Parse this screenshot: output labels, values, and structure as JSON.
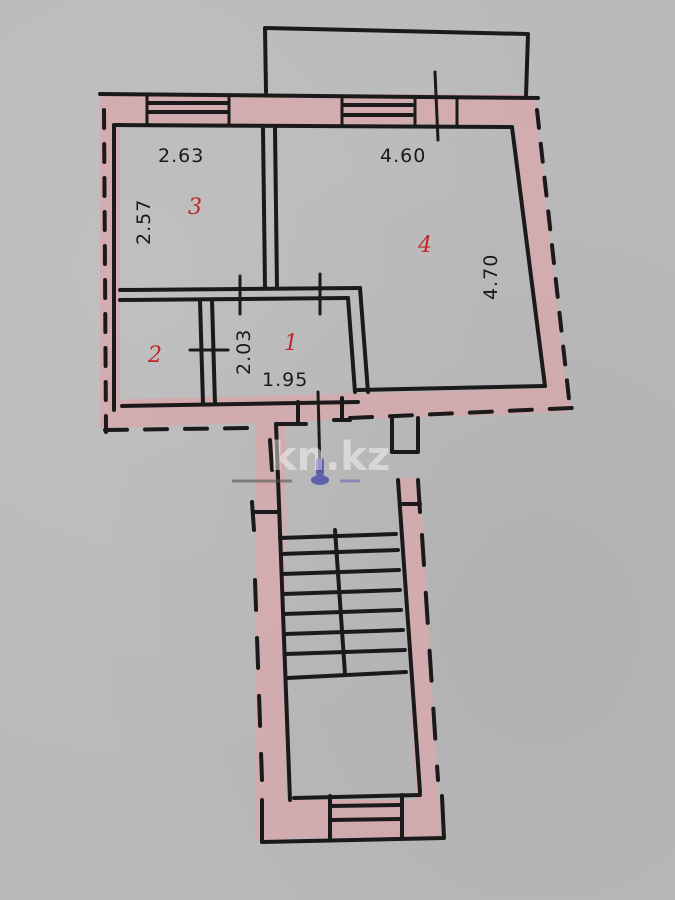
{
  "plan": {
    "type": "apartment floor plan (hand-drawn)",
    "colors": {
      "background": "#bababa",
      "wall_fill": "#d6a9ad",
      "line": "#1a1a1a",
      "room_number": "#c0262a",
      "stamp": "#4a4aa8"
    },
    "rooms": [
      {
        "number": "1",
        "label": "1",
        "width": "1.95",
        "length": "2.03"
      },
      {
        "number": "2",
        "label": "2"
      },
      {
        "number": "3",
        "label": "3",
        "width": "2.63",
        "length": "2.57"
      },
      {
        "number": "4",
        "label": "4",
        "width": "4.60",
        "length": "4.70"
      }
    ],
    "dimensions": {
      "room3_width": "2.63",
      "room3_length": "2.57",
      "room4_width": "4.60",
      "room4_length": "4.70",
      "room1_width": "1.95",
      "room1_length": "2.03"
    },
    "features": {
      "balcony": "balcony",
      "windows": [
        "window-room3",
        "window-room4",
        "window-stairwell"
      ],
      "stairwell": "stairwell",
      "stair_steps": 8
    },
    "watermark": "kn.kz"
  }
}
